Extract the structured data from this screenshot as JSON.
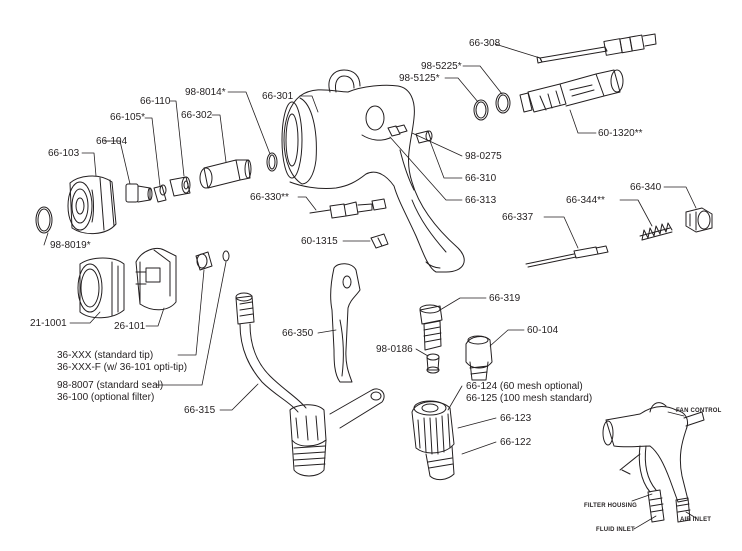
{
  "labels": {
    "p66_308": "66-308",
    "p98_5225": "98-5225*",
    "p98_5125": "98-5125*",
    "p98_8014": "98-8014*",
    "p66_301": "66-301",
    "p66_110": "66-110",
    "p66_302": "66-302",
    "p66_105": "66-105*",
    "p66_104": "66-104",
    "p66_103": "66-103",
    "p60_1320": "60-1320**",
    "p98_0275": "98-0275",
    "p66_310": "66-310",
    "p66_330": "66-330**",
    "p66_313": "66-313",
    "p66_340": "66-340",
    "p66_344": "66-344**",
    "p66_337": "66-337",
    "p60_1315": "60-1315",
    "p98_8019": "98-8019*",
    "p66_319": "66-319",
    "p60_104": "60-104",
    "p21_1001": "21-1001",
    "p26_101": "26-101",
    "p66_350": "66-350",
    "p98_0186": "98-0186",
    "tip1": "36-XXX (standard tip)",
    "tip2": "36-XXX-F (w/ 36-101 opti-tip)",
    "seal1": "98-8007 (standard seal)",
    "seal2": "36-100 (optional filter)",
    "p66_124": "66-124 (60 mesh optional)",
    "p66_125": "66-125 (100 mesh standard)",
    "p66_315": "66-315",
    "p66_123": "66-123",
    "p66_122": "66-122"
  },
  "inset": {
    "fan_control": "FAN CONTROL",
    "filter_housing": "FILTER HOUSING",
    "air_inlet": "AIR INLET",
    "fluid_inlet": "FLUID INLET"
  },
  "colors": {
    "line": "#231f20"
  }
}
